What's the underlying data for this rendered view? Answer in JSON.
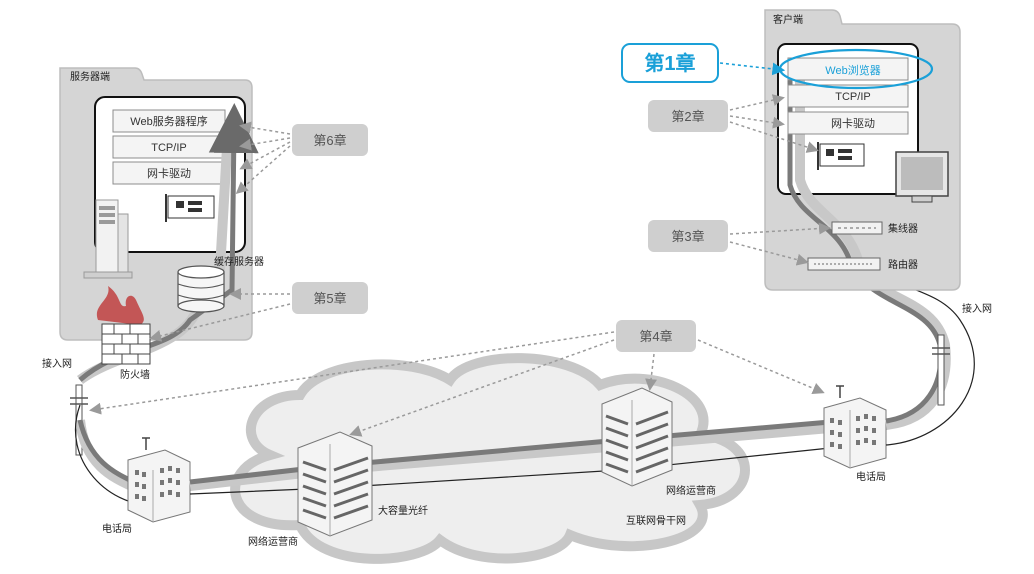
{
  "server": {
    "panel_title": "服务器端",
    "layers": [
      "Web服务器程序",
      "TCP/IP",
      "网卡驱动"
    ],
    "cache_label": "缓存服务器",
    "firewall_label": "防火墙",
    "access_label": "接入网",
    "office_label": "电话局",
    "isp_label": "网络运营商"
  },
  "client": {
    "panel_title": "客户端",
    "layers": [
      "Web浏览器",
      "TCP/IP",
      "网卡驱动"
    ],
    "hub_label": "集线器",
    "router_label": "路由器",
    "access_label": "接入网",
    "office_label": "电话局"
  },
  "internet": {
    "isp_label": "网络运营商",
    "fiber_label": "大容量光纤",
    "backbone_label": "互联网骨干网"
  },
  "chapters": {
    "ch1": "第1章",
    "ch2": "第2章",
    "ch3": "第3章",
    "ch4": "第4章",
    "ch5": "第5章",
    "ch6": "第6章"
  },
  "colors": {
    "highlight": "#1aa0d8",
    "panel": "#d4d4d4",
    "chapter_box": "#cfcfcf",
    "cable_dark": "#7a7a7a",
    "cable_light": "#c8c8c8"
  }
}
